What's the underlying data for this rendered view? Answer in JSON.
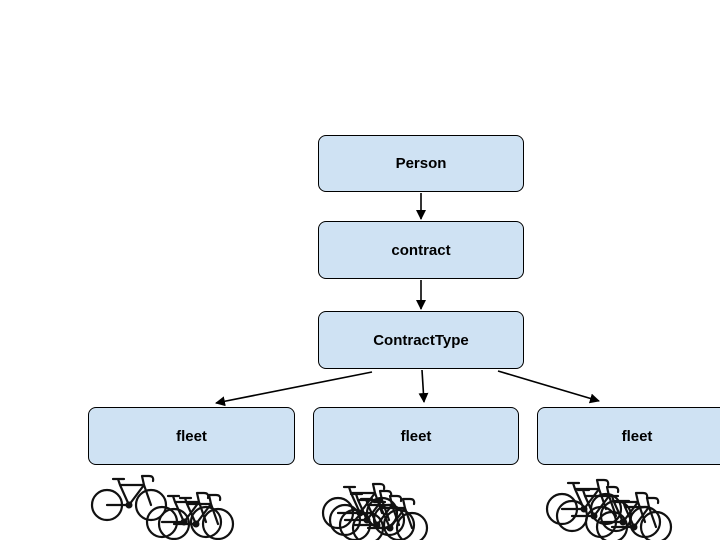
{
  "nodes": {
    "person": "Person",
    "contract": "contract",
    "contract_type": "ContractType",
    "fleets": [
      "fleet",
      "fleet",
      "fleet"
    ]
  },
  "icons": [
    "bicycle-icon"
  ],
  "colors": {
    "box_fill": "#cfe2f3",
    "stroke": "#000000"
  }
}
